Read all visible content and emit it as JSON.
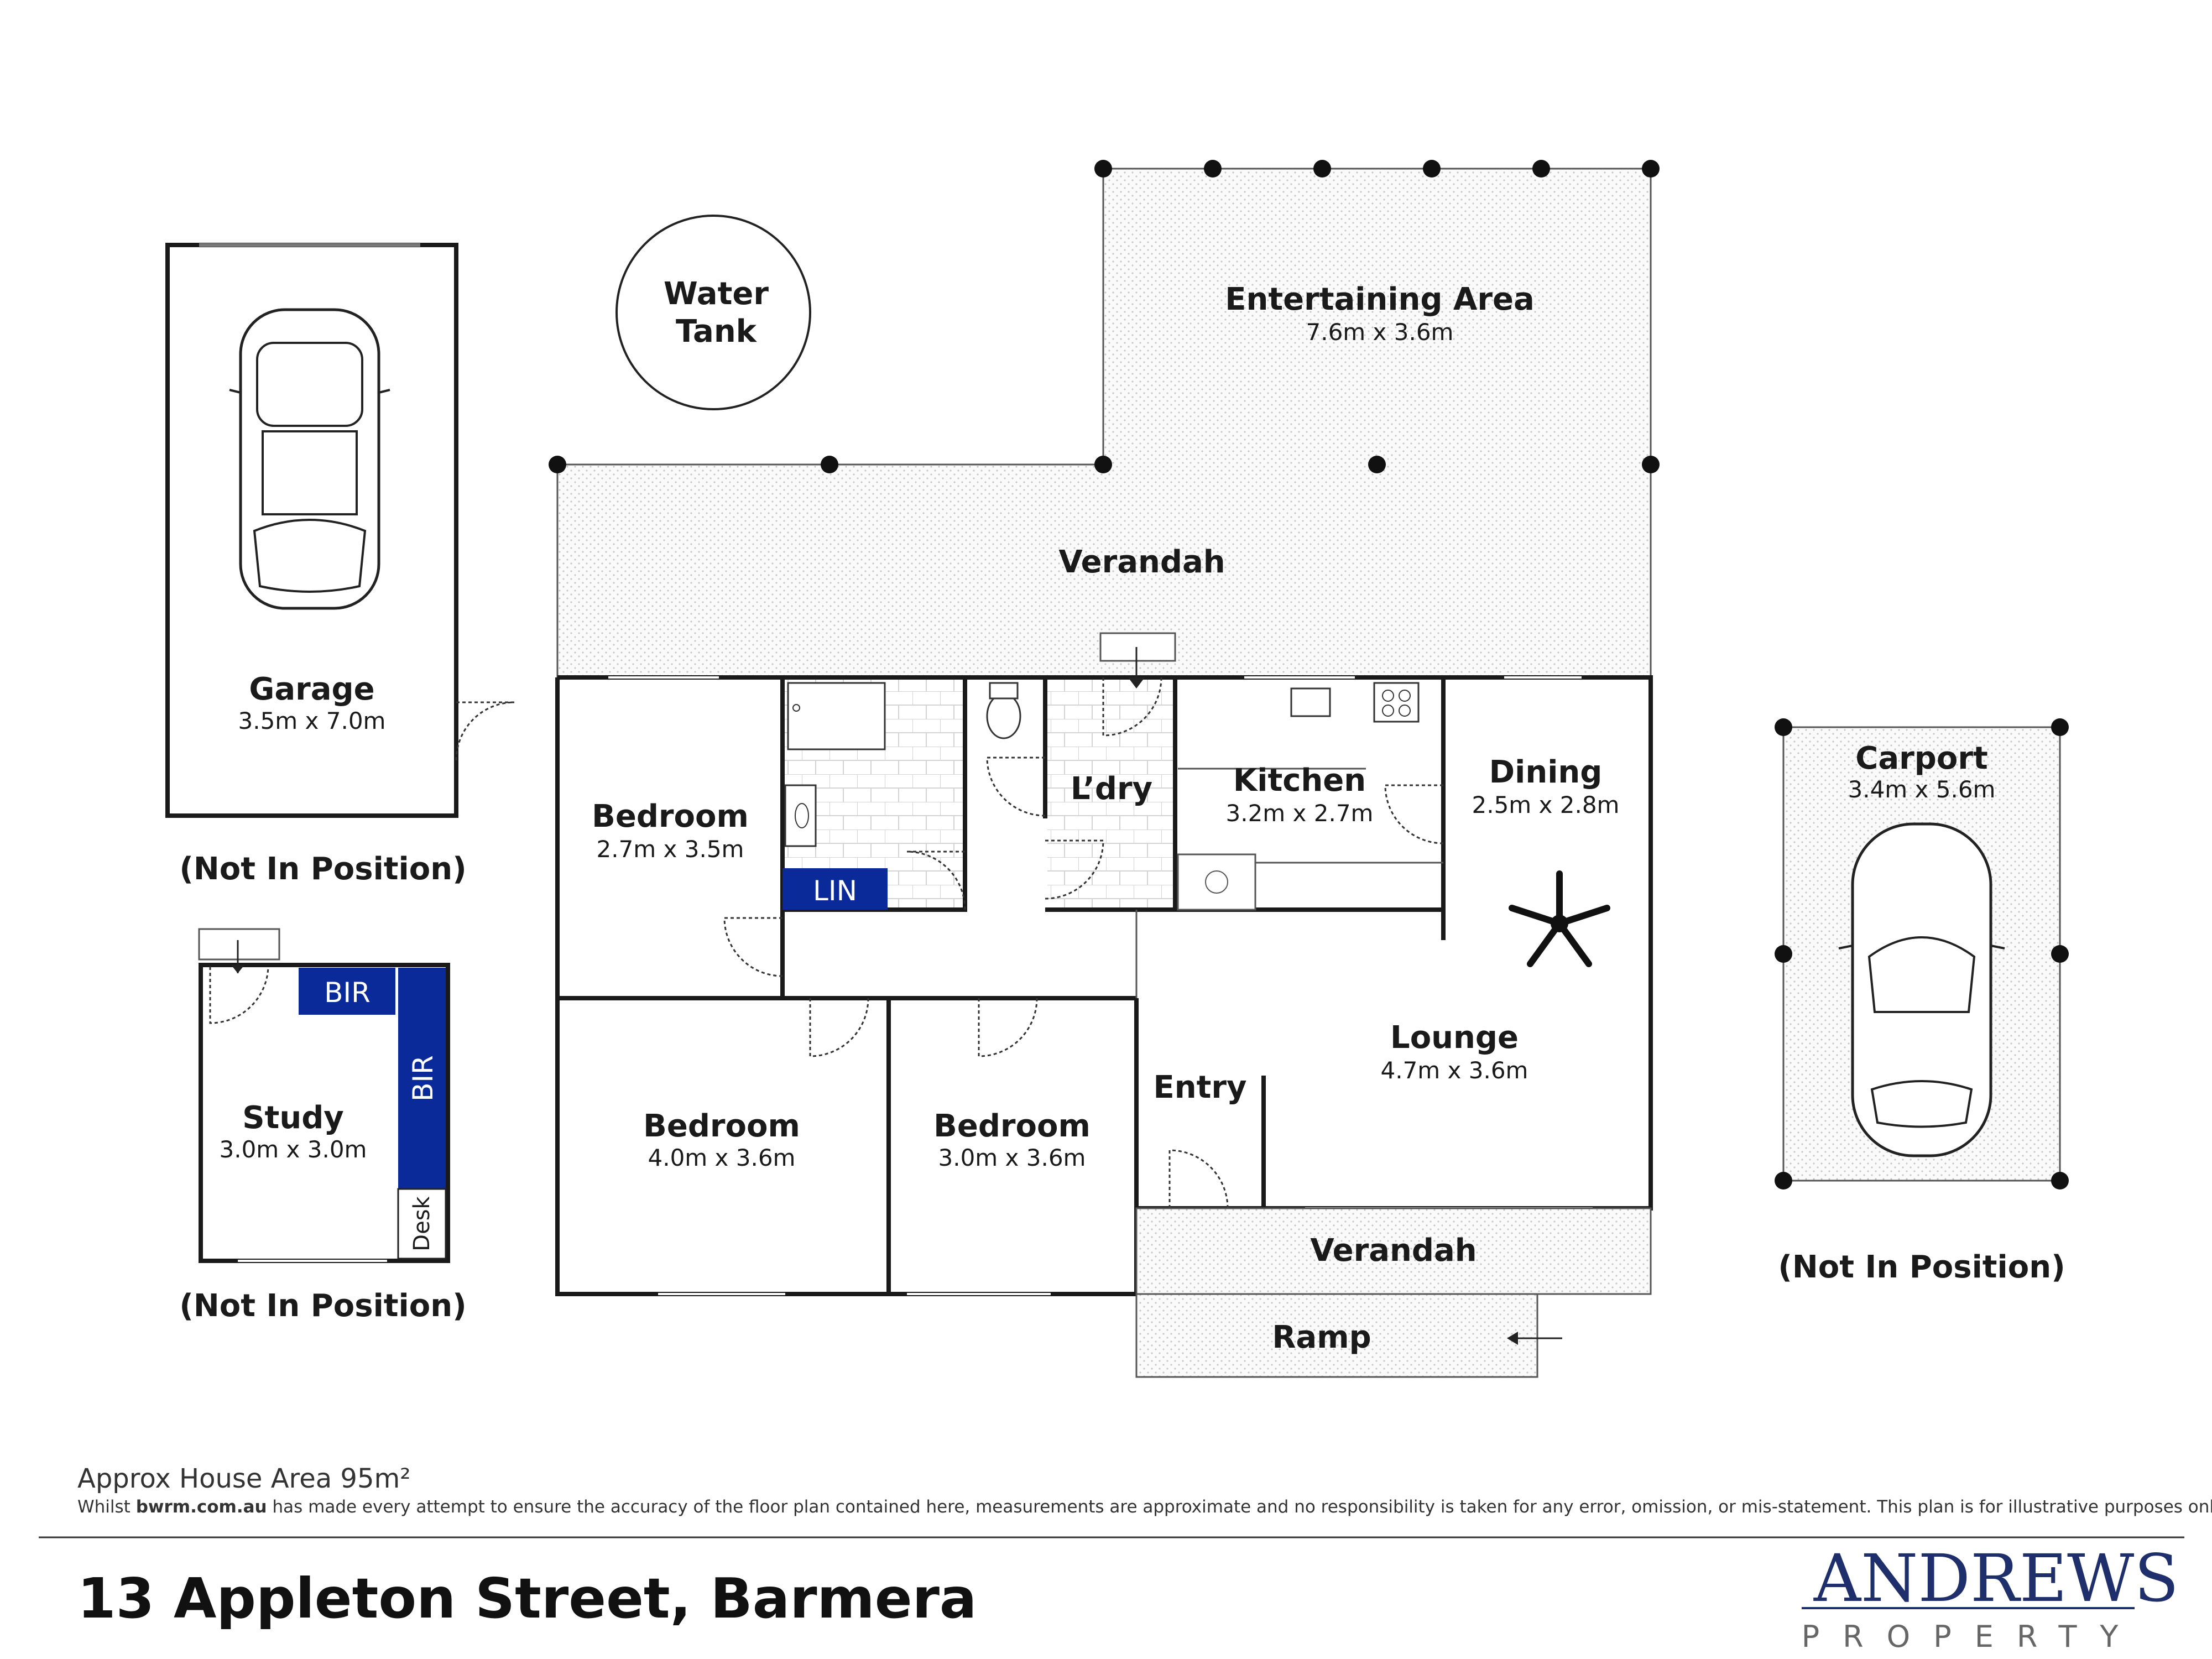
{
  "rooms": {
    "garage": {
      "name": "Garage",
      "dim": "3.5m x 7.0m"
    },
    "water_tank": {
      "line1": "Water",
      "line2": "Tank"
    },
    "entertaining": {
      "name": "Entertaining Area",
      "dim": "7.6m x 3.6m"
    },
    "verandah_rear": {
      "name": "Verandah"
    },
    "bedroom1": {
      "name": "Bedroom",
      "dim": "2.7m x 3.5m"
    },
    "laundry": {
      "name": "L’dry"
    },
    "kitchen": {
      "name": "Kitchen",
      "dim": "3.2m x 2.7m"
    },
    "dining": {
      "name": "Dining",
      "dim": "2.5m x 2.8m"
    },
    "lin": {
      "name": "LIN"
    },
    "carport": {
      "name": "Carport",
      "dim": "3.4m x 5.6m"
    },
    "study": {
      "name": "Study",
      "dim": "3.0m x 3.0m"
    },
    "bir_top": {
      "name": "BIR"
    },
    "bir_side": {
      "name": "BIR"
    },
    "desk": {
      "name": "Desk"
    },
    "lounge": {
      "name": "Lounge",
      "dim": "4.7m x 3.6m"
    },
    "entry": {
      "name": "Entry"
    },
    "bedroom2": {
      "name": "Bedroom",
      "dim": "4.0m x 3.6m"
    },
    "bedroom3": {
      "name": "Bedroom",
      "dim": "3.0m x 3.6m"
    },
    "verandah_front": {
      "name": "Verandah"
    },
    "ramp": {
      "name": "Ramp"
    }
  },
  "notes": {
    "garage_not_in_position": "(Not In Position)",
    "study_not_in_position": "(Not In Position)",
    "carport_not_in_position": "(Not In Position)"
  },
  "footer": {
    "area": "Approx House Area 95m²",
    "disclaimer_pre": "Whilst ",
    "disclaimer_site": "bwrm.com.au",
    "disclaimer_post": " has made every attempt to ensure the accuracy of the floor plan contained here, measurements are approximate and no responsibility is taken for any error, omission, or mis-statement. This plan is for illustrative purposes only.",
    "address": "13 Appleton Street, Barmera",
    "logo_main": "ANDREWS",
    "logo_sub": "PROPERTY"
  },
  "colors": {
    "wall": "#1a1a1a",
    "builtin_blue": "#0a2a99",
    "logo_navy": "#1f2f6b",
    "hatch": "#bdbdbd"
  }
}
